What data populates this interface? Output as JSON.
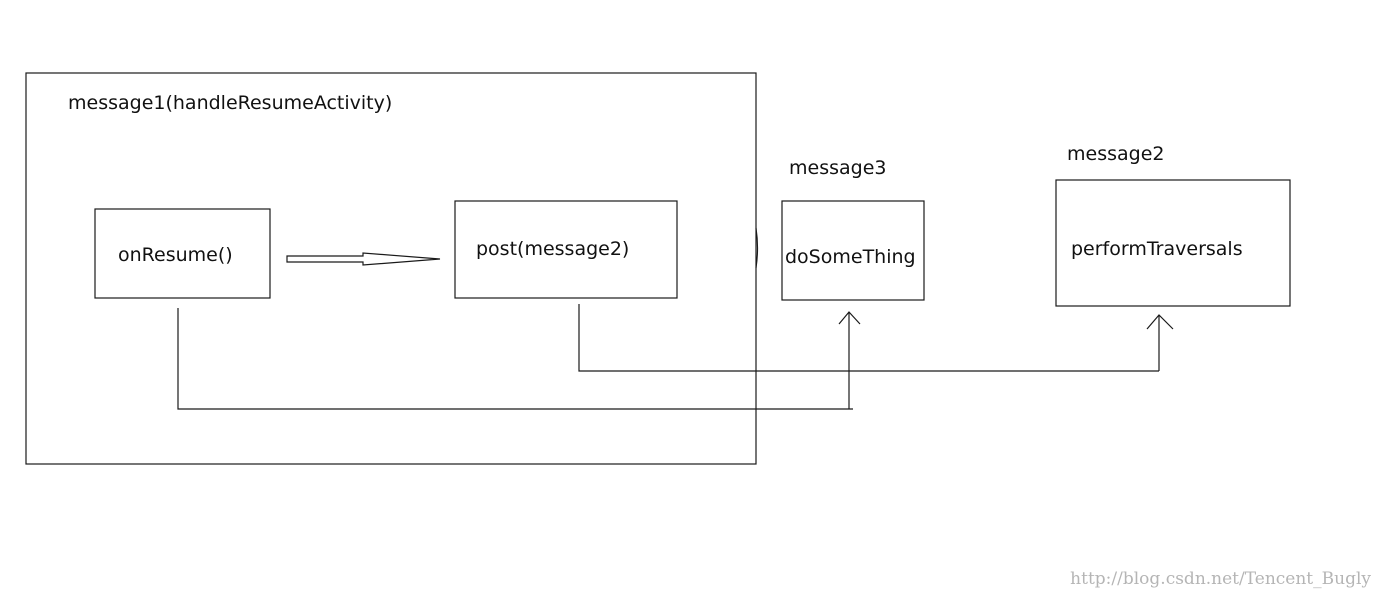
{
  "diagram": {
    "message1_label": "message1(handleResumeActivity)",
    "message3_label": "message3",
    "message2_label": "message2",
    "nodes": {
      "on_resume": "onResume()",
      "post": "post(message2)",
      "do_some_thing": "doSomeThing",
      "perform_traversals": "performTraversals"
    }
  },
  "watermark": "http://blog.csdn.net/Tencent_Bugly"
}
